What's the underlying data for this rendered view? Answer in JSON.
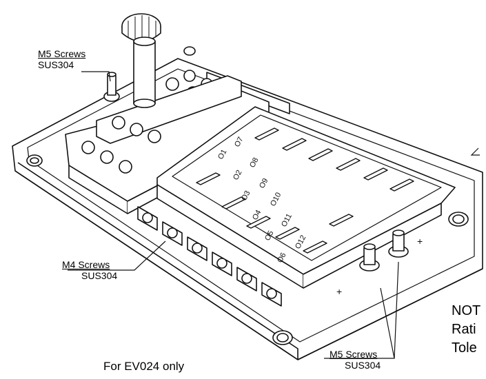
{
  "callouts": {
    "m5_top": {
      "line1": "M5 Screws",
      "line2": "SUS304"
    },
    "m4": {
      "line1": "M4 Screws",
      "line2": "SUS304"
    },
    "m5_bottom": {
      "line1": "M5 Screws",
      "line2": "SUS304"
    }
  },
  "fuse_labels": [
    "1",
    "7",
    "2",
    "8",
    "3",
    "9",
    "4",
    "10",
    "5",
    "11",
    "6",
    "12"
  ],
  "notes": [
    "NOT",
    "Rati",
    "Tole"
  ],
  "footer": "For EV024 only",
  "colors": {
    "line": "#111111",
    "fill": "#ffffff"
  }
}
